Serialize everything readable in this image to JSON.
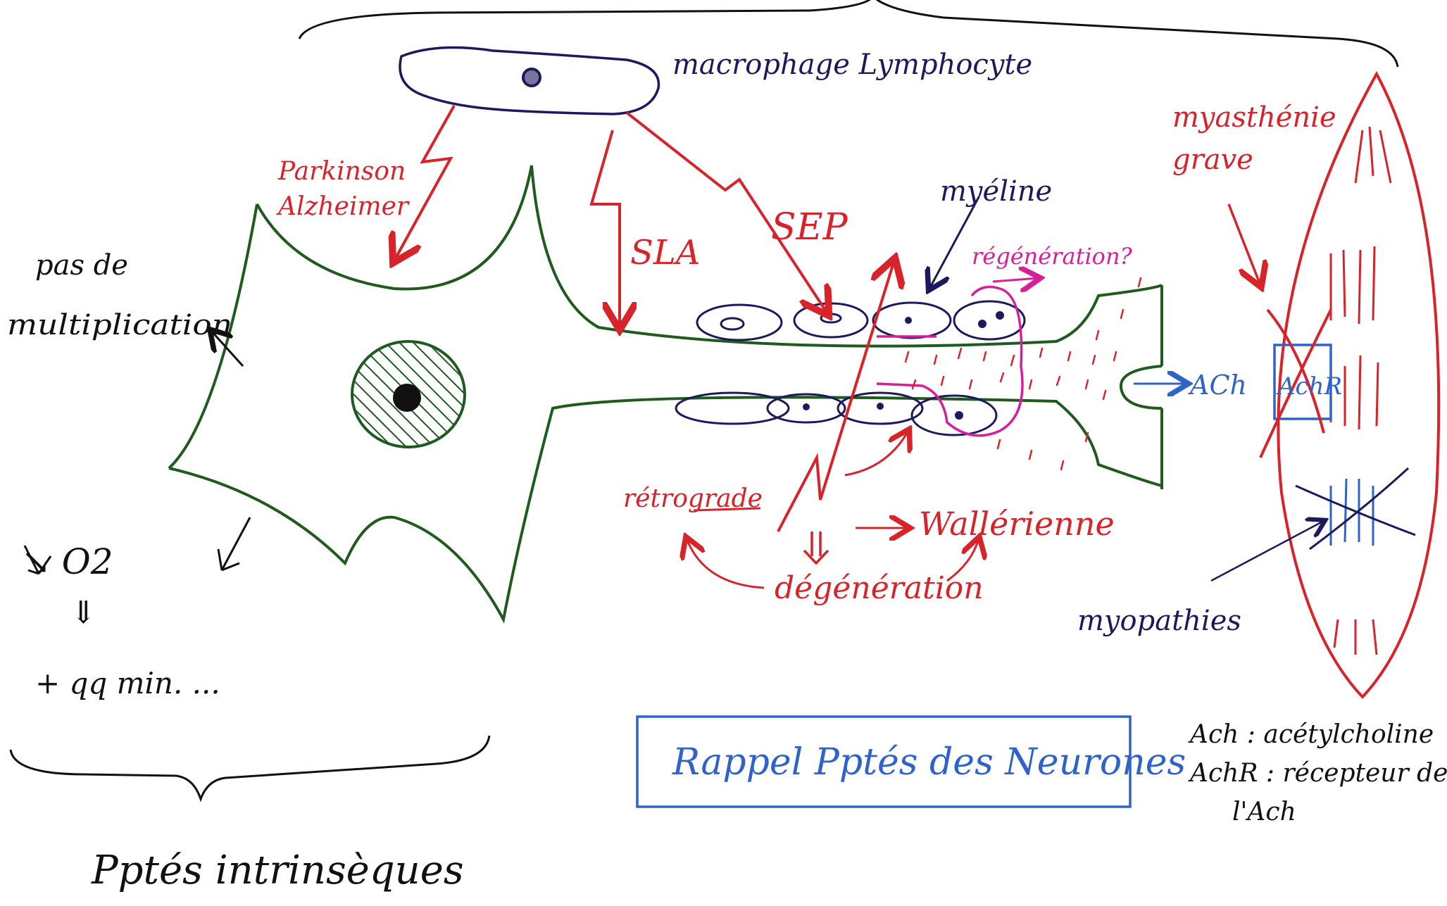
{
  "title": "Rappel Pptés des Neurones",
  "brace_top": "",
  "left": {
    "no_multiplication": "pas de multiplication",
    "o2": "↘ O2",
    "o2_arrow": "⇓",
    "death": "+ qq min. ...",
    "bottom_label": "Pptés intrinsèques"
  },
  "immune": {
    "cells": "macrophage Lymphocyte"
  },
  "diseases": {
    "parkinson": "Parkinson",
    "alzheimer": "Alzheimer",
    "sla": "SLA",
    "sep": "SEP",
    "myasthenia_1": "myasthénie",
    "myasthenia_2": "grave",
    "myopathy": "myopathies"
  },
  "axon": {
    "myelin": "myéline",
    "regeneration": "régénération?",
    "retrograde": "rétrograde",
    "degeneration": "dégénération",
    "wallerian": "Wallérienne",
    "ach": "ACh",
    "achr": "AchR"
  },
  "legend": {
    "line1": "Ach : acétylcholine",
    "line2": "AchR : récepteur de",
    "line3": "l'Ach"
  },
  "colors": {
    "neuron": "#1f5a1f",
    "disease": "#d8232a",
    "myelin": "#1c1a5c",
    "regeneration": "#d81f9a",
    "frame": "#2f63c9"
  }
}
